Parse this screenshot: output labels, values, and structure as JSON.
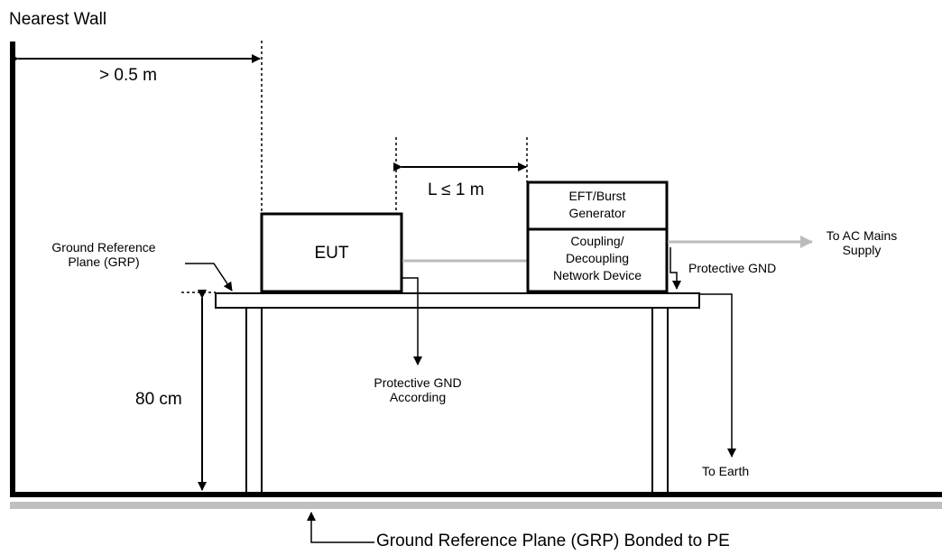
{
  "labels": {
    "nearest_wall": "Nearest Wall",
    "wall_distance": "> 0.5 m",
    "cable_length": "L ≤ 1 m",
    "grp_line1": "Ground Reference",
    "grp_line2": "Plane (GRP)",
    "eut": "EUT",
    "generator_line1": "EFT/Burst",
    "generator_line2": "Generator",
    "cdn_line1": "Coupling/",
    "cdn_line2": "Decoupling",
    "cdn_line3": "Network Device",
    "ac_mains_line1": "To AC Mains",
    "ac_mains_line2": "Supply",
    "protective_gnd_right": "Protective GND",
    "protective_gnd_center_line1": "Protective GND",
    "protective_gnd_center_line2": "According",
    "table_height": "80 cm",
    "to_earth": "To Earth",
    "grp_bonded": "Ground Reference  Plane (GRP) Bonded to PE"
  },
  "colors": {
    "line": "#000000",
    "cable_gray": "#bbbbbb",
    "floor_plane_gray": "#bfbfbf"
  }
}
